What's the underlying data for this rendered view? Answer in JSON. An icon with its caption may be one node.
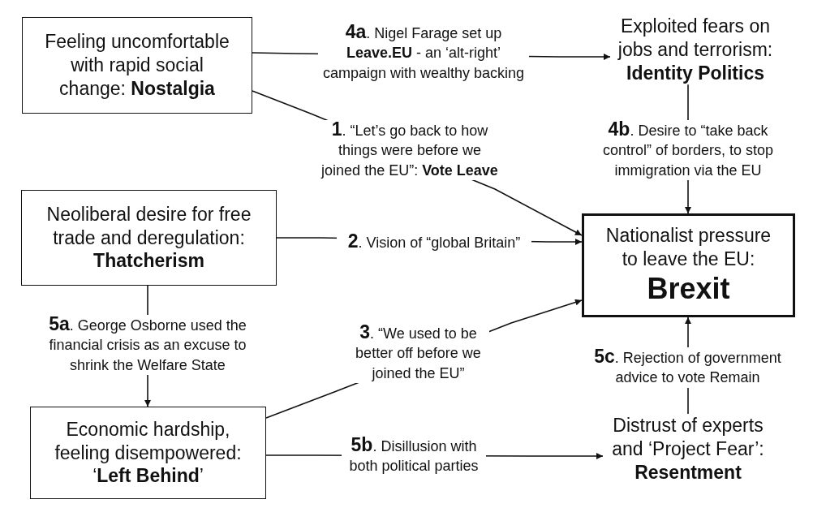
{
  "diagram": {
    "nodes": [
      {
        "text": [
          "Feeling uncomfortable with rapid social change: **Nostalgia**"
        ]
      },
      {
        "text": [
          "Exploited fears on jobs and terrorism: **Identity Politics**"
        ]
      },
      {
        "text": [
          "Neoliberal desire for free trade and deregulation: **Thatcherism**"
        ]
      },
      {
        "text": [
          "Nationalist pressure to leave the EU: **Brexit**"
        ]
      },
      {
        "text": [
          "Economic hardship, feeling disempowered: ‘**Left Behind**’"
        ]
      },
      {
        "text": [
          "Distrust of experts and ‘Project Fear’: **Resentment**"
        ]
      }
    ],
    "edges": [
      {
        "from": 0,
        "to": 1,
        "arrow": "to",
        "label": "**4a**. Nigel Farage set up **Leave.EU** - an ‘alt-right’ campaign with wealthy backing"
      },
      {
        "from": 0,
        "to": 3,
        "arrow": "to",
        "label": "**1**. “Let’s go back to how things were before we joined the EU”: **Vote Leave**"
      },
      {
        "from": 1,
        "to": 3,
        "arrow": "to",
        "label": "**4b**. Desire to “take back control” of borders, to stop immigration via the EU"
      },
      {
        "from": 2,
        "to": 3,
        "arrow": "to",
        "label": "**2**. Vision of “global Britain”"
      },
      {
        "from": 2,
        "to": 4,
        "arrow": "to",
        "label": "**5a**. George Osborne used the financial crisis as an excuse to shrink the Welfare State"
      },
      {
        "from": 4,
        "to": 3,
        "arrow": "to",
        "label": "**3**. “We used to be better off before we joined the EU”"
      },
      {
        "from": 5,
        "to": 3,
        "arrow": "to",
        "label": "**5c**. Rejection of government advice to vote Remain"
      },
      {
        "from": 4,
        "to": 5,
        "arrow": "to",
        "label": "**5b**. Disillusion with both political parties"
      }
    ]
  }
}
